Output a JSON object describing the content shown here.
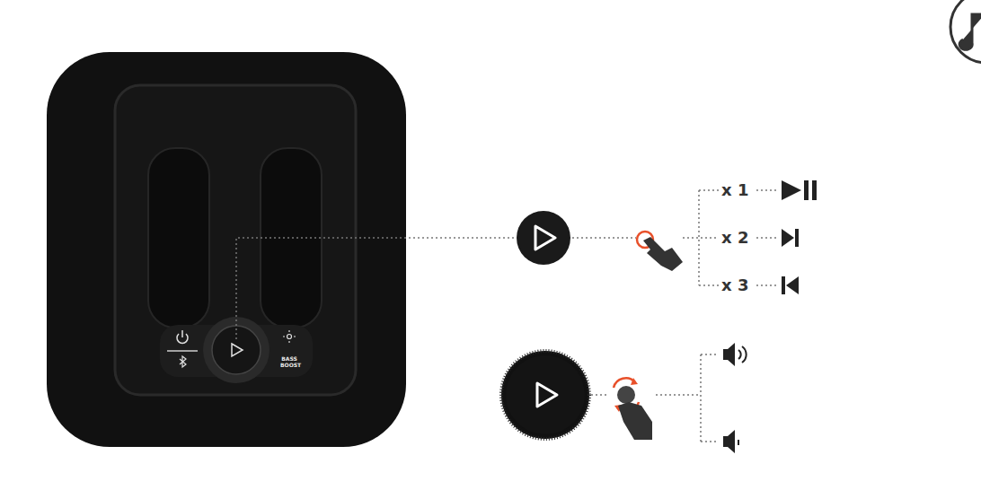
{
  "diagram": {
    "labels": [
      "x 1",
      "x 2",
      "x 3",
      "BASS BOOST"
    ]
  }
}
